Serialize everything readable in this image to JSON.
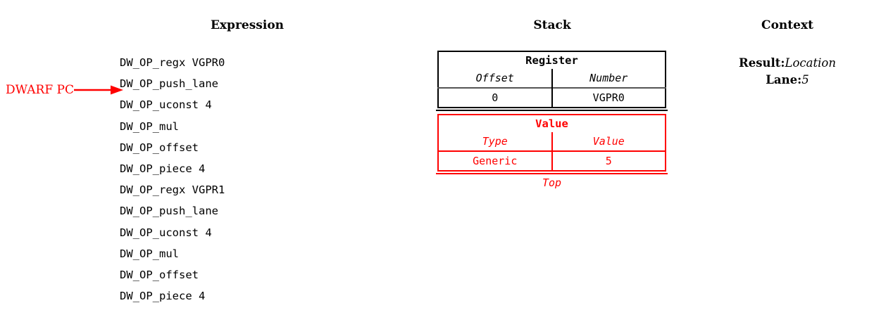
{
  "headings": {
    "expression": "Expression",
    "stack": "Stack",
    "context": "Context"
  },
  "pc_marker": {
    "label": "DWARF PC",
    "icon": "arrow-right-icon",
    "color": "#ff0000",
    "points_at_index": 2
  },
  "expression": {
    "instructions": [
      "DW_OP_regx VGPR0",
      "DW_OP_push_lane",
      "DW_OP_uconst 4",
      "DW_OP_mul",
      "DW_OP_offset",
      "DW_OP_piece 4",
      "DW_OP_regx VGPR1",
      "DW_OP_push_lane",
      "DW_OP_uconst 4",
      "DW_OP_mul",
      "DW_OP_offset",
      "DW_OP_piece 4"
    ]
  },
  "stack": {
    "entries": [
      {
        "title": "Register",
        "color": "#000000",
        "columns": [
          "Offset",
          "Number"
        ],
        "values": [
          "0",
          "VGPR0"
        ]
      },
      {
        "title": "Value",
        "color": "#ff0000",
        "columns": [
          "Type",
          "Value"
        ],
        "values": [
          "Generic",
          "5"
        ]
      }
    ],
    "top_caption": "Top"
  },
  "context": {
    "rows": [
      {
        "key": "Result:",
        "value": "Location"
      },
      {
        "key": "Lane:",
        "value": "5"
      }
    ]
  }
}
